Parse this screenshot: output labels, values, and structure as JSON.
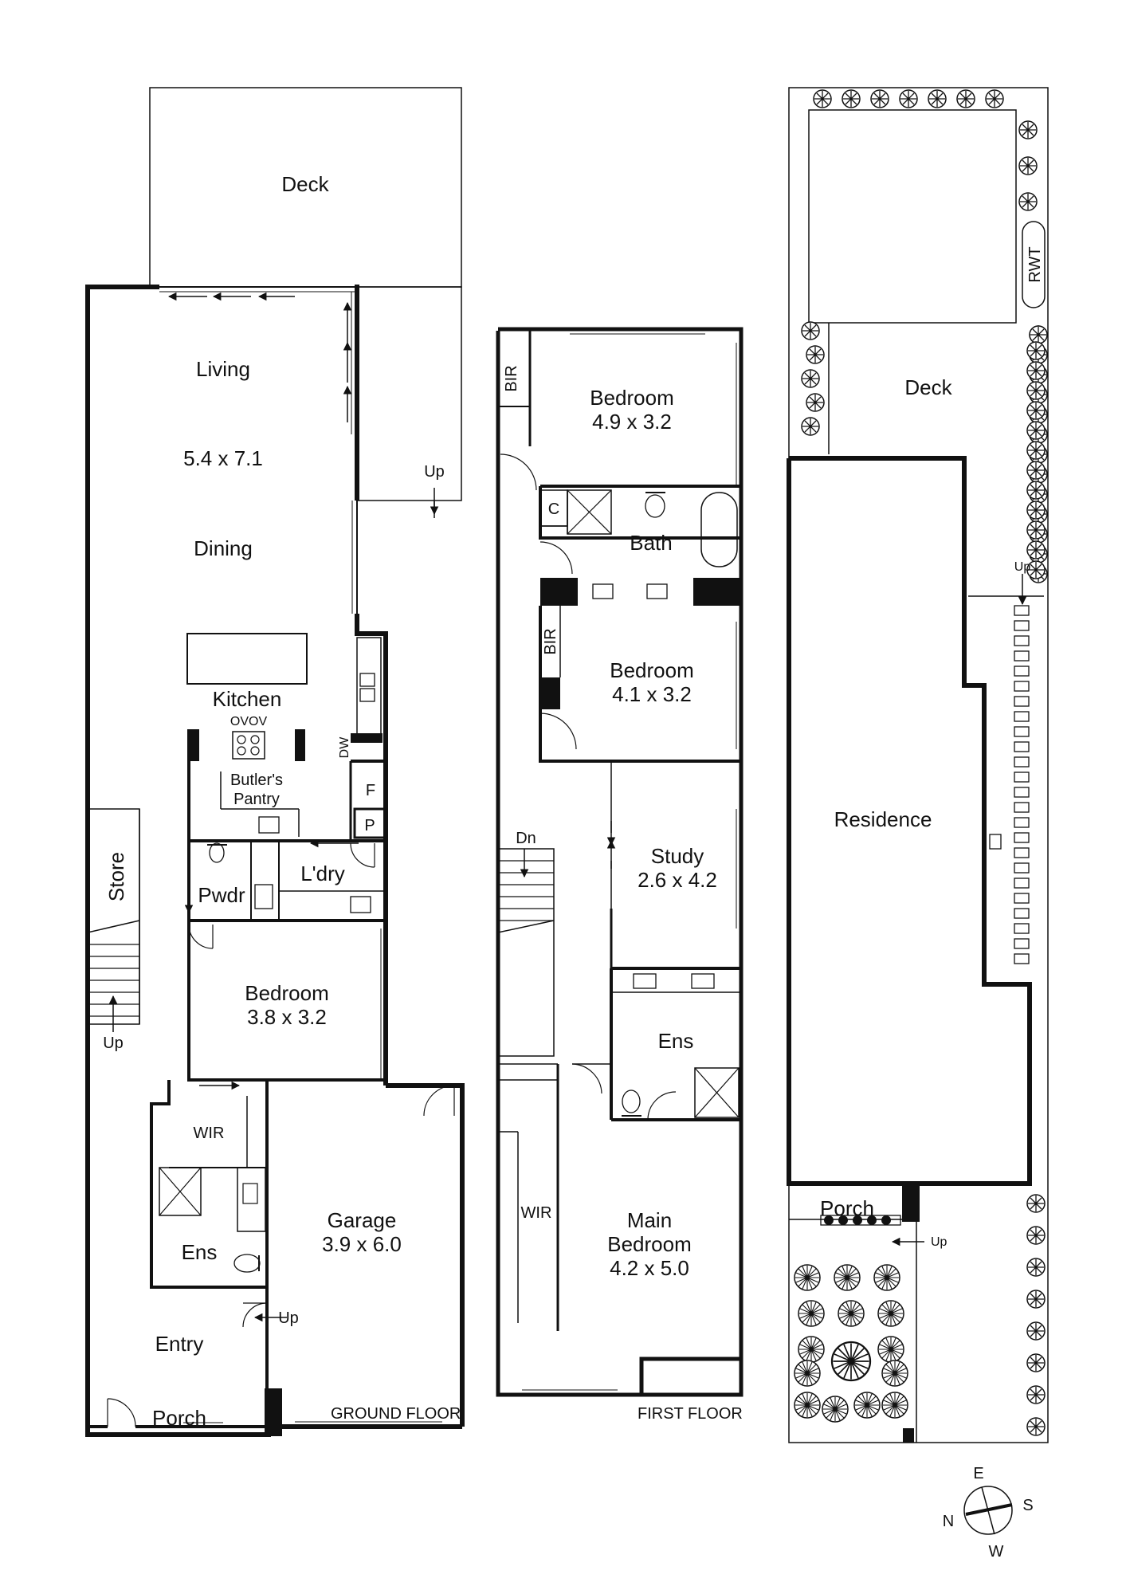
{
  "ground_floor": {
    "caption": "GROUND FLOOR",
    "deck": "Deck",
    "up_deck": "Up",
    "living": "Living",
    "living_dims": "5.4 x 7.1",
    "dining": "Dining",
    "kitchen": "Kitchen",
    "ovov": "OVOV",
    "dw": "DW",
    "butlers1": "Butler's",
    "butlers2": "Pantry",
    "f": "F",
    "p": "P",
    "store": "Store",
    "pwdr": "Pwdr",
    "ldry": "L'dry",
    "bedroom": "Bedroom",
    "bedroom_dims": "3.8 x 3.2",
    "up_stairs": "Up",
    "wir": "WIR",
    "ens": "Ens",
    "garage": "Garage",
    "garage_dims": "3.9 x 6.0",
    "up_entry": "Up",
    "entry": "Entry",
    "porch": "Porch"
  },
  "first_floor": {
    "caption": "FIRST FLOOR",
    "bir1": "BIR",
    "bed1": "Bedroom",
    "bed1_dims": "4.9 x 3.2",
    "c": "C",
    "bath": "Bath",
    "bir2": "BIR",
    "bed2": "Bedroom",
    "bed2_dims": "4.1 x 3.2",
    "dn": "Dn",
    "study": "Study",
    "study_dims": "2.6 x 4.2",
    "ens": "Ens",
    "wir": "WIR",
    "main1": "Main",
    "main2": "Bedroom",
    "main_dims": "4.2 x 5.0"
  },
  "site": {
    "rwt": "RWT",
    "deck": "Deck",
    "up_deck": "Up",
    "residence": "Residence",
    "porch": "Porch",
    "up_porch": "Up"
  },
  "compass": {
    "e": "E",
    "s": "S",
    "w": "W",
    "n": "N"
  }
}
